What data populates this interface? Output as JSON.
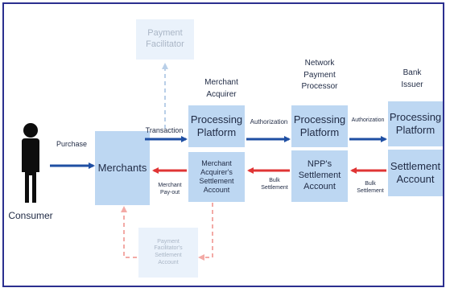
{
  "colors": {
    "box_fill": "#bdd7f2",
    "faded_box_fill": "#eaf2fb",
    "blue_arrow": "#1f4fa3",
    "red_arrow": "#e03434",
    "faded_blue_dashed": "#b9cfe8",
    "faded_red_dashed": "#f3aaa6",
    "frame": "#2b2f8f"
  },
  "headers": {
    "merchant_acquirer": [
      "Merchant",
      "Acquirer"
    ],
    "network_payment_processor": [
      "Network",
      "Payment",
      "Processor"
    ],
    "bank_issuer": [
      "Bank",
      "Issuer"
    ]
  },
  "consumer": {
    "label": "Consumer",
    "icon": "person-silhouette-icon"
  },
  "boxes": {
    "payment_facilitator": [
      "Payment",
      "Facilitator"
    ],
    "merchants": "Merchants",
    "acquirer_processing": [
      "Processing",
      "Platform"
    ],
    "acquirer_settlement": [
      "Merchant",
      "Acquirer's",
      "Settlement",
      "Account"
    ],
    "npp_processing": [
      "Processing",
      "Platform"
    ],
    "npp_settlement": [
      "NPP's",
      "Settlement",
      "Account"
    ],
    "issuer_processing": [
      "Processing",
      "Platform"
    ],
    "issuer_settlement": [
      "Settlement",
      "Account"
    ],
    "pf_settlement": [
      "Payment",
      "Facilitator's",
      "Settlement",
      "Account"
    ]
  },
  "arrow_labels": {
    "purchase": "Purchase",
    "transaction": "Transaction",
    "authorization_1": "Authorization",
    "authorization_2": "Authorization",
    "bulk_settlement_1": [
      "Bulk",
      "Settlement"
    ],
    "bulk_settlement_2": [
      "Bulk",
      "Settlement"
    ],
    "merchant_payout": [
      "Merchant",
      "Pay-out"
    ]
  }
}
